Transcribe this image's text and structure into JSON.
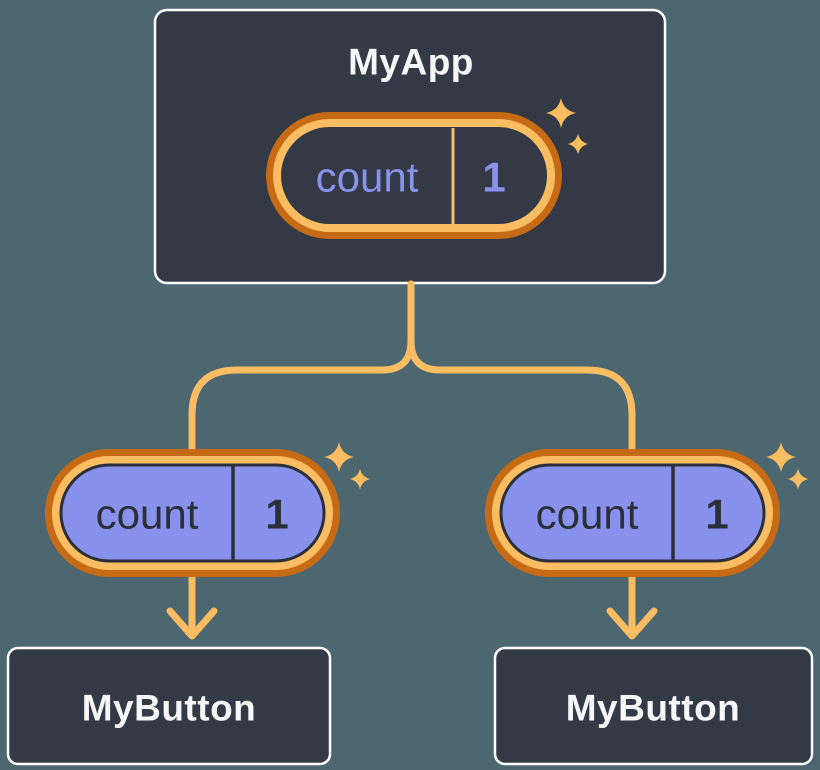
{
  "diagram": {
    "background_color": "#4C6770",
    "colors": {
      "card_background": "#333A45",
      "card_border": "#FFFFFF",
      "pill_ring_outer": "#C76A15",
      "pill_ring_inner": "#FABD62",
      "pill_fill_purple": "#8891EC",
      "state_text_purple": "#8891EC",
      "state_text_dark": "#2A2F39",
      "title_text": "#F6F7F9",
      "connector": "#FABD62"
    },
    "icons": {
      "sparkle": "✦"
    },
    "root": {
      "title": "MyApp",
      "state": {
        "name": "count",
        "value": "1"
      }
    },
    "children": [
      {
        "title": "MyButton",
        "state": {
          "name": "count",
          "value": "1"
        }
      },
      {
        "title": "MyButton",
        "state": {
          "name": "count",
          "value": "1"
        }
      }
    ]
  }
}
